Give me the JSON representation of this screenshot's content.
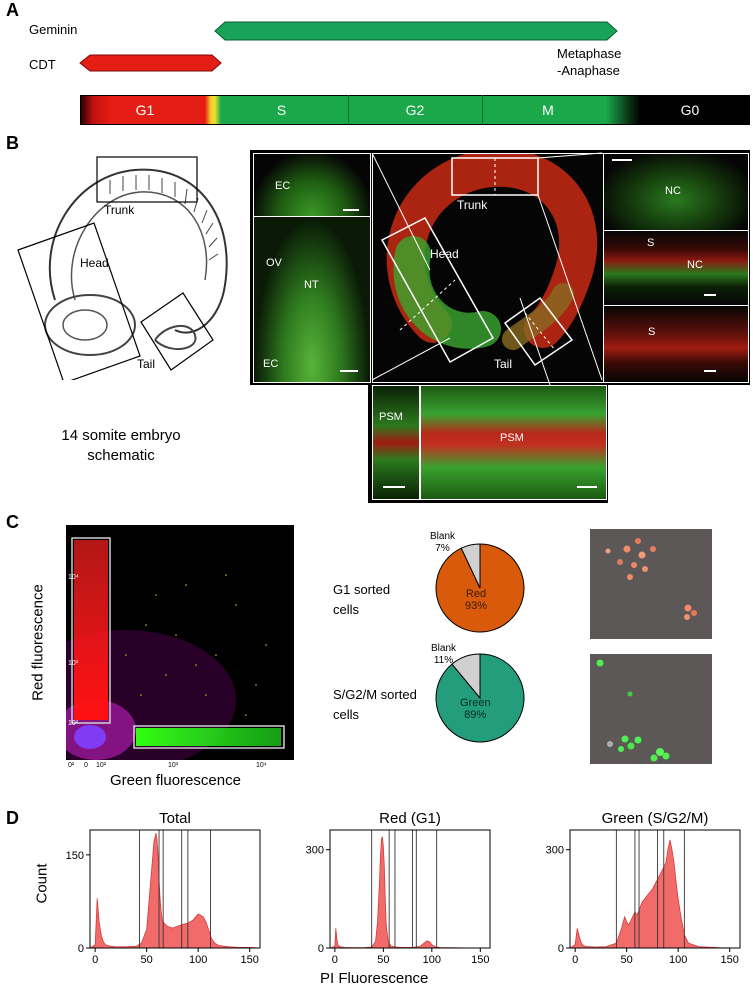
{
  "panels": {
    "a": "A",
    "b": "B",
    "c": "C",
    "d": "D"
  },
  "panel_a": {
    "geminin_label": "Geminin",
    "cdt_label": "CDT",
    "metaphase_line1": "Metaphase",
    "metaphase_line2": "-Anaphase",
    "phases": [
      "G1",
      "S",
      "G2",
      "M",
      "G0"
    ],
    "colors": {
      "geminin": "#19a35a",
      "cdt": "#e41e14",
      "g1": "#e41e14",
      "green": "#1aa84a",
      "g0": "#000000"
    }
  },
  "panel_b": {
    "trunk": "Trunk",
    "head": "Head",
    "tail": "Tail",
    "caption_line1": "14 somite embryo",
    "caption_line2": "schematic",
    "labels": {
      "ec_top": "EC",
      "ov": "OV",
      "nt": "NT",
      "ec_bottom": "EC",
      "trunk": "Trunk",
      "head": "Head",
      "tail": "Tail",
      "nc_top": "NC",
      "s_mid": "S",
      "nc_mid": "NC",
      "s_bottom": "S",
      "psm_left": "PSM",
      "psm_right": "PSM"
    }
  },
  "panel_c": {
    "y_axis_label": "Red fluorescence",
    "x_axis_label": "Green fluorescence",
    "g1_label_line1": "G1 sorted",
    "g1_label_line2": "cells",
    "sg2m_label_line1": "S/G2/M sorted",
    "sg2m_label_line2": "cells",
    "pie_g1": {
      "blank_label": "Blank",
      "blank_pct": "7%",
      "main_label": "Red",
      "main_pct": "93%"
    },
    "pie_sg2m": {
      "blank_label": "Blank",
      "blank_pct": "11%",
      "main_label": "Green",
      "main_pct": "89%"
    },
    "y_ticks": [
      "10⁴",
      "10³",
      "10²"
    ],
    "x_ticks": [
      "0²",
      "0",
      "10²",
      "10³",
      "10⁴"
    ]
  },
  "panel_d": {
    "xlabel": "PI Fluorescence",
    "ylabel": "Count"
  },
  "chart_data": [
    {
      "type": "pie",
      "title": "G1 sorted cells",
      "categories": [
        "Red",
        "Blank"
      ],
      "values": [
        93,
        7
      ],
      "colors": [
        "#d85a0a",
        "#d0d0d0"
      ]
    },
    {
      "type": "pie",
      "title": "S/G2/M sorted cells",
      "categories": [
        "Green",
        "Blank"
      ],
      "values": [
        89,
        11
      ],
      "colors": [
        "#239d7c",
        "#d0d0d0"
      ]
    },
    {
      "type": "area",
      "title": "Total",
      "xlabel": "PI Fluorescence",
      "ylabel": "Count",
      "xlim": [
        -5,
        160
      ],
      "ylim": [
        0,
        190
      ],
      "x_ticks": [
        0,
        50,
        100,
        150
      ],
      "y_ticks": [
        0,
        150
      ],
      "gates": [
        43,
        62,
        66,
        84,
        90,
        112
      ],
      "x": [
        -5,
        0,
        2,
        4,
        6,
        8,
        10,
        15,
        20,
        30,
        40,
        45,
        50,
        53,
        55,
        57,
        59,
        60,
        61,
        62,
        63,
        64,
        65,
        67,
        70,
        75,
        80,
        85,
        90,
        95,
        100,
        105,
        108,
        110,
        113,
        116,
        120,
        130,
        140,
        150,
        160
      ],
      "y": [
        0,
        5,
        80,
        40,
        20,
        10,
        5,
        3,
        2,
        2,
        3,
        8,
        30,
        90,
        130,
        170,
        185,
        175,
        150,
        110,
        80,
        60,
        45,
        40,
        35,
        32,
        35,
        38,
        40,
        45,
        55,
        50,
        40,
        30,
        15,
        8,
        4,
        2,
        1,
        1,
        0
      ]
    },
    {
      "type": "area",
      "title": "Red (G1)",
      "xlabel": "PI Fluorescence",
      "ylabel": "",
      "xlim": [
        -5,
        160
      ],
      "ylim": [
        0,
        360
      ],
      "x_ticks": [
        0,
        50,
        100,
        150
      ],
      "y_ticks": [
        0,
        300
      ],
      "gates": [
        38,
        56,
        62,
        80,
        84,
        105
      ],
      "x": [
        -5,
        0,
        1,
        2,
        3,
        5,
        10,
        20,
        30,
        38,
        42,
        44,
        46,
        47,
        48,
        49,
        50,
        51,
        52,
        53,
        55,
        58,
        62,
        70,
        80,
        88,
        92,
        95,
        98,
        100,
        104,
        110,
        120,
        140,
        160
      ],
      "y": [
        0,
        5,
        60,
        30,
        10,
        4,
        2,
        1,
        1,
        3,
        20,
        80,
        200,
        280,
        330,
        340,
        310,
        250,
        150,
        70,
        20,
        6,
        3,
        2,
        2,
        5,
        15,
        22,
        18,
        10,
        3,
        1,
        1,
        0,
        0
      ]
    },
    {
      "type": "area",
      "title": "Green (S/G2/M)",
      "xlabel": "PI Fluorescence",
      "ylabel": "",
      "xlim": [
        -5,
        160
      ],
      "ylim": [
        0,
        360
      ],
      "x_ticks": [
        0,
        50,
        100,
        150
      ],
      "y_ticks": [
        0,
        300
      ],
      "gates": [
        40,
        58,
        62,
        80,
        86,
        106
      ],
      "x": [
        -5,
        0,
        2,
        4,
        6,
        8,
        10,
        20,
        30,
        40,
        45,
        48,
        50,
        52,
        55,
        58,
        60,
        62,
        65,
        70,
        75,
        80,
        85,
        88,
        90,
        92,
        94,
        96,
        98,
        100,
        103,
        106,
        110,
        120,
        140,
        160
      ],
      "y": [
        0,
        10,
        60,
        35,
        15,
        8,
        5,
        3,
        4,
        15,
        60,
        95,
        80,
        70,
        90,
        110,
        100,
        115,
        140,
        160,
        180,
        210,
        240,
        260,
        300,
        330,
        300,
        260,
        200,
        150,
        90,
        40,
        15,
        4,
        1,
        0
      ]
    }
  ]
}
